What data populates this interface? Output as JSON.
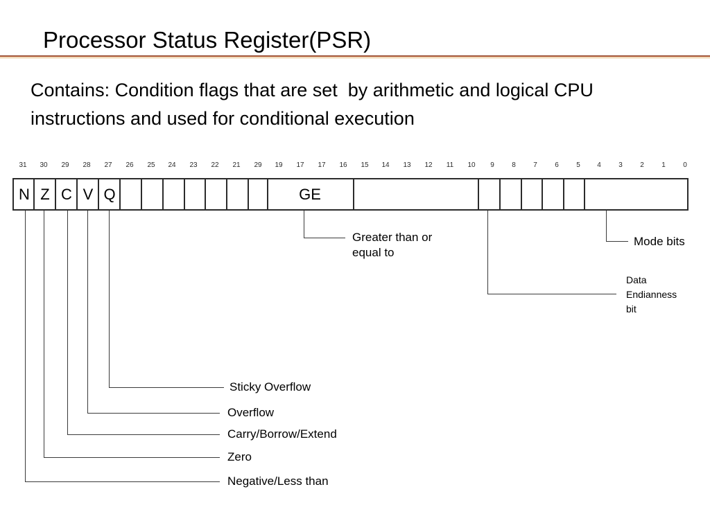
{
  "slide": {
    "title": "Processor Status Register(PSR)",
    "body": "Contains: Condition flags that are set  by arithmetic and logical CPU instructions and used for conditional execution",
    "rule_color": "#8a3a20"
  },
  "register": {
    "bit_numbers": [
      "31",
      "30",
      "29",
      "28",
      "27",
      "26",
      "25",
      "24",
      "23",
      "22",
      "21",
      "29",
      "19",
      "17",
      "17",
      "16",
      "15",
      "14",
      "13",
      "12",
      "11",
      "10",
      "9",
      "8",
      "7",
      "6",
      "5",
      "4",
      "3",
      "2",
      "1",
      "0"
    ],
    "field_labels": [
      "N",
      "Z",
      "C",
      "V",
      "Q",
      "GE"
    ],
    "flag_cells": [
      {
        "label": "N",
        "bit": "31"
      },
      {
        "label": "Z",
        "bit": "30"
      },
      {
        "label": "C",
        "bit": "29"
      },
      {
        "label": "V",
        "bit": "28"
      },
      {
        "label": "Q",
        "bit": "27"
      }
    ],
    "ge_label": "GE"
  },
  "callouts": {
    "greater_equal": "Greater than or\nequal to",
    "mode_bits": "Mode bits",
    "data_endianness": "Data\nEndianness\nbit",
    "sticky_overflow": "Sticky Overflow",
    "overflow": "Overflow",
    "carry": "Carry/Borrow/Extend",
    "zero": "Zero",
    "negative": "Negative/Less than"
  }
}
